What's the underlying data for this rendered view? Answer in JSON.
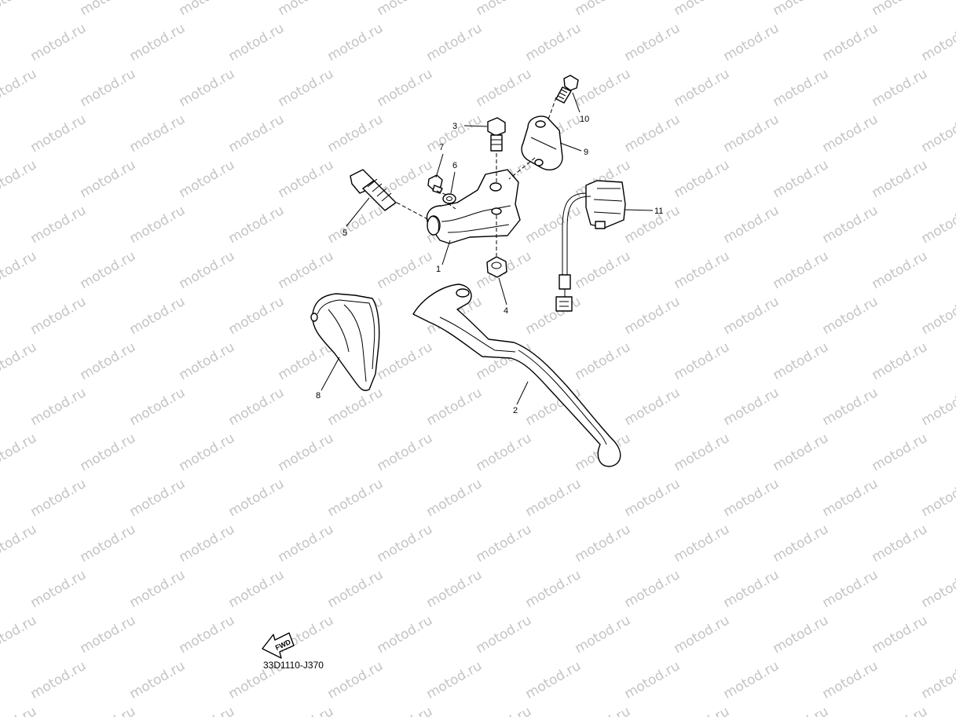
{
  "watermark": {
    "text": "motod.ru",
    "color": "#c4c4c4"
  },
  "callouts": [
    {
      "id": "1",
      "label": "1"
    },
    {
      "id": "2",
      "label": "2"
    },
    {
      "id": "3",
      "label": "3"
    },
    {
      "id": "4",
      "label": "4"
    },
    {
      "id": "5",
      "label": "5"
    },
    {
      "id": "6",
      "label": "6"
    },
    {
      "id": "7",
      "label": "7"
    },
    {
      "id": "8",
      "label": "8"
    },
    {
      "id": "9",
      "label": "9"
    },
    {
      "id": "10",
      "label": "10"
    },
    {
      "id": "11",
      "label": "11"
    }
  ],
  "fwd_badge": {
    "label": "FWD"
  },
  "diagram_code": "33D1110-J370"
}
